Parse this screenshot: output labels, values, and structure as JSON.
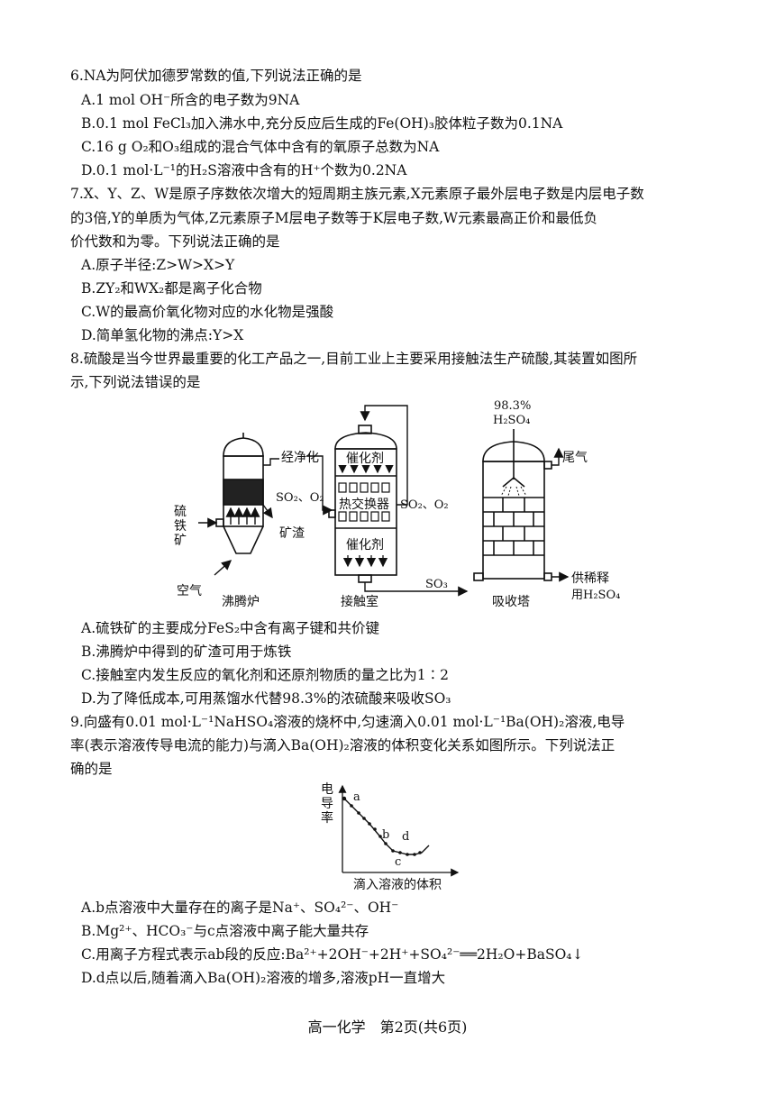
{
  "q6": {
    "stem": "6.NA为阿伏加德罗常数的值,下列说法正确的是",
    "options": [
      "A.1 mol OH⁻所含的电子数为9NA",
      "B.0.1 mol FeCl₃加入沸水中,充分反应后生成的Fe(OH)₃胶体粒子数为0.1NA",
      "C.16 g O₂和O₃组成的混合气体中含有的氧原子总数为NA",
      "D.0.1 mol·L⁻¹的H₂S溶液中含有的H⁺个数为0.2NA"
    ]
  },
  "q7": {
    "stem1": "7.X、Y、Z、W是原子序数依次增大的短周期主族元素,X元素原子最外层电子数是内层电子数",
    "stem2": "的3倍,Y的单质为气体,Z元素原子M层电子数等于K层电子数,W元素最高正价和最低负",
    "stem3": "价代数和为零。下列说法正确的是",
    "options": [
      "A.原子半径:Z>W>X>Y",
      "B.ZY₂和WX₂都是离子化合物",
      "C.W的最高价氧化物对应的水化物是强酸",
      "D.简单氢化物的沸点:Y>X"
    ]
  },
  "q8": {
    "stem1": "8.硫酸是当今世界最重要的化工产品之一,目前工业上主要采用接触法生产硫酸,其装置如图所",
    "stem2": "示,下列说法错误的是",
    "diagram": {
      "furnace": "沸腾炉",
      "pyrite": [
        "硫",
        "铁",
        "矿"
      ],
      "air": "空气",
      "slag": "矿渣",
      "purified": "经净化",
      "so2o2_left": "SO₂、O₂",
      "catalyst_top": "催化剂",
      "heat_exchanger": "热交换器",
      "so2o2_right": "SO₂、O₂",
      "catalyst_bottom": "催化剂",
      "contact": "接触室",
      "so3": "SO₃",
      "acid_conc": "98.3%",
      "acid_name": "H₂SO₄",
      "tail_gas": "尾气",
      "absorb": "吸收塔",
      "dilute1": "供稀释",
      "dilute2": "用H₂SO₄"
    },
    "options": [
      "A.硫铁矿的主要成分FeS₂中含有离子键和共价键",
      "B.沸腾炉中得到的矿渣可用于炼铁",
      "C.接触室内发生反应的氧化剂和还原剂物质的量之比为1∶2",
      "D.为了降低成本,可用蒸馏水代替98.3%的浓硫酸来吸收SO₃"
    ]
  },
  "q9": {
    "stem1": "9.向盛有0.01 mol·L⁻¹NaHSO₄溶液的烧杯中,匀速滴入0.01 mol·L⁻¹Ba(OH)₂溶液,电导",
    "stem2": "率(表示溶液传导电流的能力)与滴入Ba(OH)₂溶液的体积变化关系如图所示。下列说法正",
    "stem3": "确的是",
    "graph": {
      "ylabel": [
        "电",
        "导",
        "率"
      ],
      "xlabel": "滴入溶液的体积",
      "points": [
        "a",
        "b",
        "c",
        "d"
      ]
    },
    "options": [
      "A.b点溶液中大量存在的离子是Na⁺、SO₄²⁻、OH⁻",
      "B.Mg²⁺、HCO₃⁻与c点溶液中离子能大量共存",
      "C.用离子方程式表示ab段的反应:Ba²⁺+2OH⁻+2H⁺+SO₄²⁻══2H₂O+BaSO₄↓",
      "D.d点以后,随着滴入Ba(OH)₂溶液的增多,溶液pH一直增大"
    ]
  },
  "footer": "高一化学　第2页(共6页)"
}
